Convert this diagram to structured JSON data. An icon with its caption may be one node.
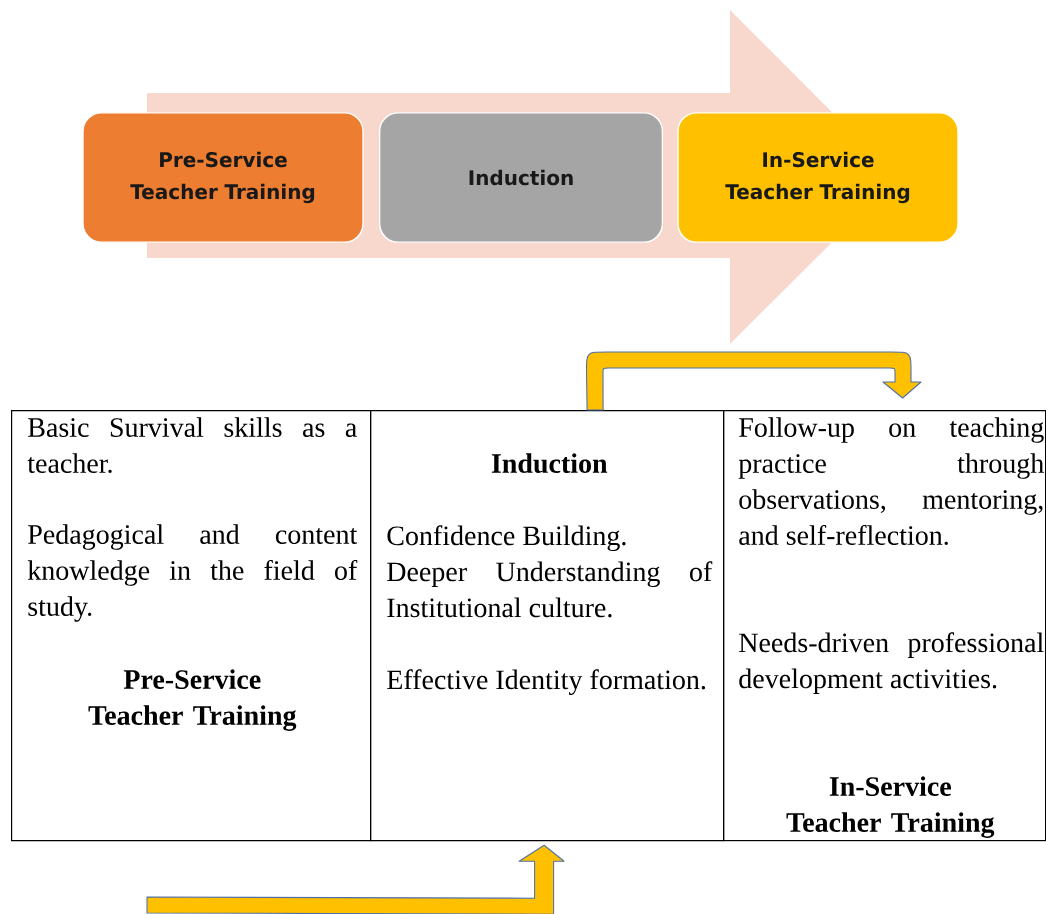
{
  "diagram": {
    "nodes": [
      {
        "text": [
          "Pre-Service Teacher Training"
        ]
      },
      {
        "text": [
          "Induction"
        ]
      },
      {
        "text": [
          "In-Service Teacher Training"
        ]
      },
      {
        "text": [
          "Basic Survival skills as a teacher.",
          "Pedagogical and content knowledge in the field of study.",
          "Pre-Service Teacher Training"
        ]
      },
      {
        "text": [
          "Induction",
          "Confidence Building.",
          "Deeper Understanding of Institutional culture.",
          "Effective Identity formation."
        ]
      },
      {
        "text": [
          "Follow-up on teaching practice through observations, mentoring, and self-reflection.",
          "Needs-driven professional development activities.",
          "In-Service Teacher Training"
        ]
      }
    ],
    "edges": [
      {
        "from": 0,
        "to": 2,
        "arrow": "to"
      },
      {
        "from": 4,
        "to": 5,
        "arrow": "to"
      },
      {
        "from": null,
        "to": 4,
        "arrow": "to"
      }
    ]
  }
}
